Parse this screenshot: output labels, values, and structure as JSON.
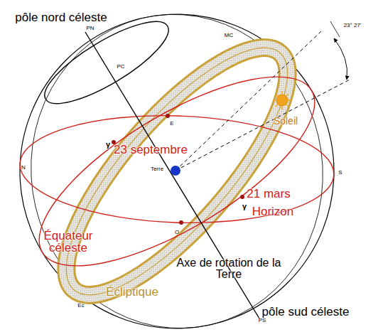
{
  "diagram": {
    "labels": [
      "pôle nord céleste",
      "PN",
      "PC",
      "MC",
      "23° 27'",
      "Soleil",
      "E",
      "γ",
      "23 septembre",
      "N",
      "Terre",
      "S",
      "21 mars",
      "γ",
      "Horizon",
      "O",
      "Équateur céleste",
      "Axe de rotation de la Terre",
      "Ec",
      "Écliptique",
      "PS",
      "pôle sud céleste"
    ]
  }
}
